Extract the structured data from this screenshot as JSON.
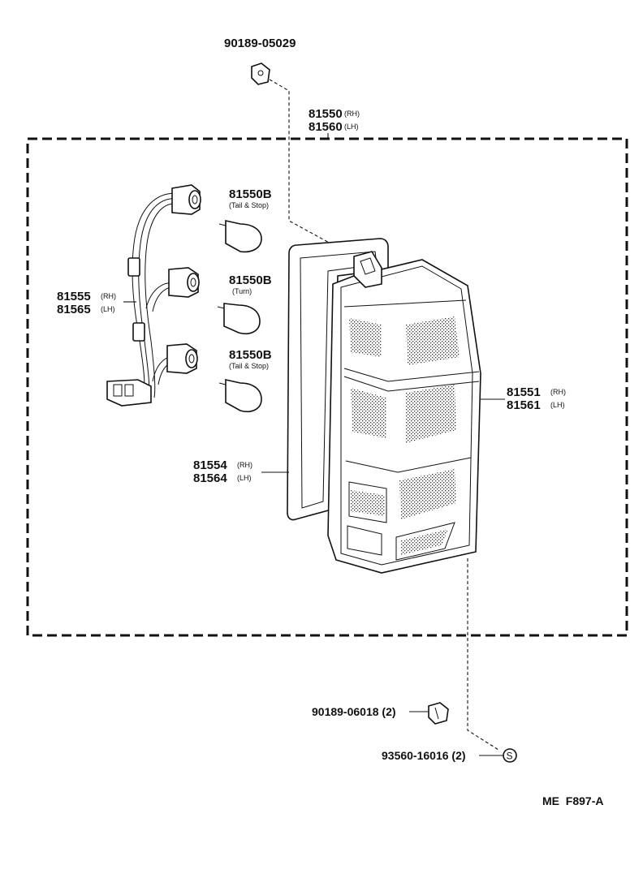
{
  "labels": {
    "screw_top": "90189-05029",
    "assembly": {
      "number_rh": "81550",
      "tag_rh": "(RH)",
      "number_lh": "81560",
      "tag_lh": "(LH)"
    },
    "bulb_1": {
      "number": "81550B",
      "note": "(Tail & Stop)"
    },
    "bulb_2": {
      "number": "81550B",
      "note": "(Turn)"
    },
    "bulb_3": {
      "number": "81550B",
      "note": "(Tail & Stop)"
    },
    "socket_wire": {
      "number_rh": "81555",
      "tag_rh": "(RH)",
      "number_lh": "81565",
      "tag_lh": "(LH)"
    },
    "lens": {
      "number_rh": "81551",
      "tag_rh": "(RH)",
      "number_lh": "81561",
      "tag_lh": "(LH)"
    },
    "gasket": {
      "number_rh": "81554",
      "tag_rh": "(RH)",
      "number_lh": "81564",
      "tag_lh": "(LH)"
    },
    "nut_bottom": "90189-06018 (2)",
    "screw_bottom": "93560-16016 (2)",
    "screw_symbol": "S"
  },
  "reference_code": "ME  F897-A"
}
